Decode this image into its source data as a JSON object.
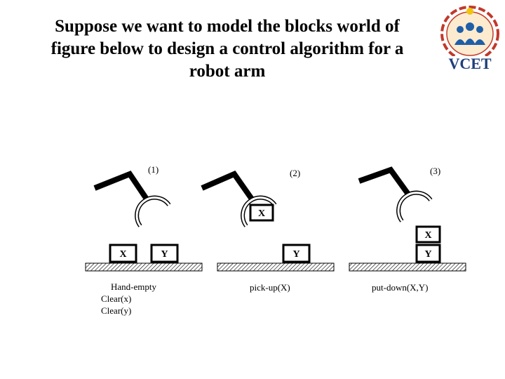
{
  "slide": {
    "title_lines": [
      "Suppose we want to model the blocks world of",
      "figure below to design a control algorithm for a",
      "robot arm"
    ],
    "logo_text": "VCET"
  },
  "figure": {
    "panels": [
      {
        "number": "(1)",
        "caption_lines": [
          "Hand-empty",
          "Clear(x)",
          "Clear(y)"
        ],
        "block_labels": [
          "X",
          "Y"
        ]
      },
      {
        "number": "(2)",
        "caption_lines": [
          "pick-up(X)"
        ],
        "block_labels": [
          "X",
          "Y"
        ]
      },
      {
        "number": "(3)",
        "caption_lines": [
          "put-down(X,Y)"
        ],
        "block_labels": [
          "X",
          "Y"
        ]
      }
    ]
  },
  "colors": {
    "ink": "#000000",
    "background": "#ffffff",
    "logo_red": "#c0392b",
    "logo_blue": "#1f5fa8",
    "logo_yellow": "#f1c40f"
  }
}
